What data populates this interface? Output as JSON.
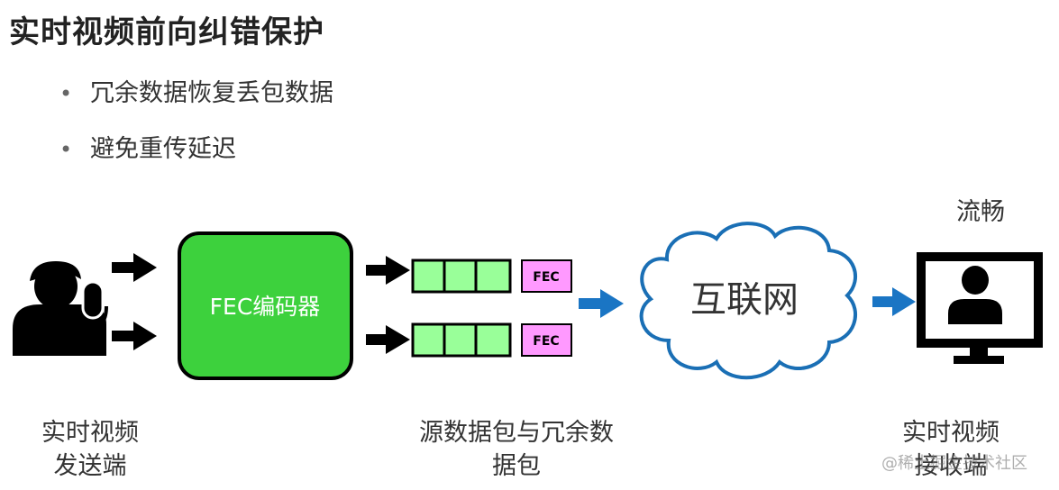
{
  "title": "实时视频前向纠错保护",
  "bullets": [
    "冗余数据恢复丢包数据",
    "避免重传延迟"
  ],
  "diagram": {
    "encoder_label": "FEC编码器",
    "fec_box_label": "FEC",
    "internet_label": "互联网",
    "smooth_label": "流畅",
    "sender_label_line1": "实时视频",
    "sender_label_line2": "发送端",
    "packets_label_line1": "源数据包与冗余数",
    "packets_label_line2": "据包",
    "receiver_label_line1": "实时视频",
    "receiver_label_line2": "接收端"
  },
  "watermark": "@稀土掘金技术社区",
  "colors": {
    "encoder_fill": "#3dd13d",
    "packet_fill": "#99ff99",
    "fec_fill": "#ff99ff",
    "blue_arrow": "#1a75c4",
    "cloud_stroke": "#1a6fb5",
    "black": "#000000"
  },
  "icons": [
    "person-with-microphone-icon",
    "monitor-with-person-icon",
    "cloud-icon"
  ]
}
